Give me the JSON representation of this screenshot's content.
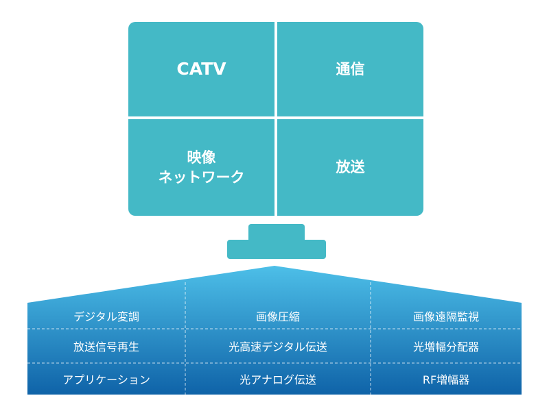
{
  "screen": {
    "top_left": "CATV",
    "top_right": "通信",
    "bottom_left": "映像\nネットワーク",
    "bottom_right": "放送"
  },
  "colors": {
    "screen": "#44b9c6",
    "base_top": "#4dbfe8",
    "base_bottom": "#0f63a8",
    "divider": "#ffffff"
  },
  "base": {
    "rows": [
      [
        "デジタル変調",
        "画像圧縮",
        "画像遠隔監視"
      ],
      [
        "放送信号再生",
        "光高速デジタル伝送",
        "光増幅分配器"
      ],
      [
        "アプリケーション",
        "光アナログ伝送",
        "RF増幅器"
      ]
    ]
  }
}
